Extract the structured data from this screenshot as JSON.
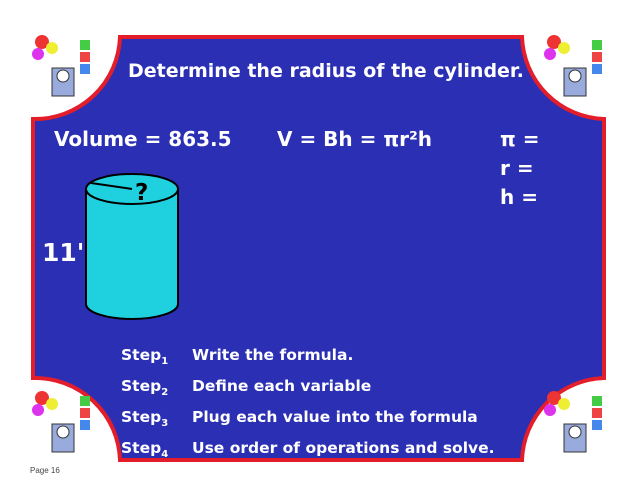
{
  "slide": {
    "title": "Determine the radius of the cylinder.",
    "volume_label": "Volume = 863.5",
    "formula": "V = Bh = πr²h",
    "variables": [
      "π =",
      "r =",
      "h ="
    ],
    "height_label": "11'",
    "radius_unknown": "?",
    "steps": [
      {
        "label": "Step",
        "num": "1",
        "text": "Write the formula."
      },
      {
        "label": "Step",
        "num": "2",
        "text": "Define each variable"
      },
      {
        "label": "Step",
        "num": "3",
        "text": "Plug each value into the formula"
      },
      {
        "label": "Step",
        "num": "4",
        "text": "Use order of operations and solve."
      }
    ]
  },
  "footer": {
    "page": "Page 16"
  },
  "colors": {
    "panel": "#2b2fb3",
    "border": "#e31e2a",
    "cylinder": "#1fd1de"
  }
}
